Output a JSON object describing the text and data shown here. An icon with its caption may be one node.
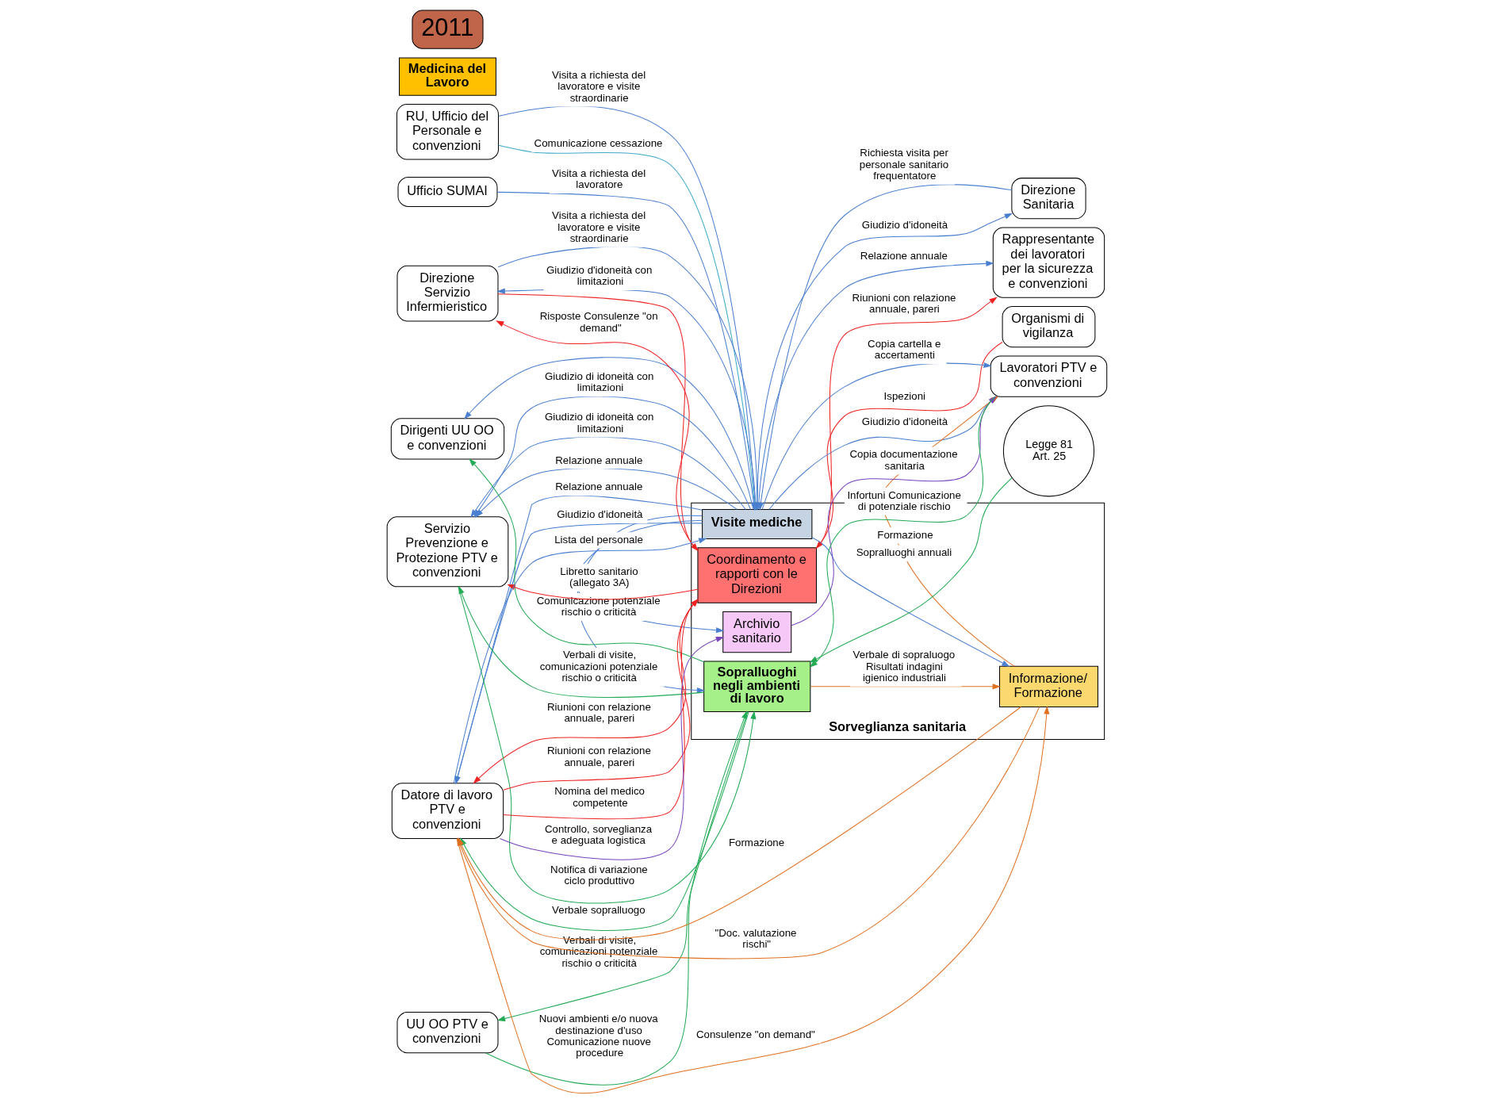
{
  "diagram": {
    "nodes": [
      {
        "text": [
          "RU, Ufficio del Personale e convenzioni"
        ]
      },
      {
        "text": [
          "Direzione Servizio Infermieristico"
        ]
      },
      {
        "text": [
          "Medicina del Lavoro"
        ]
      },
      {
        "text": [
          "Direzione Sanitaria"
        ]
      },
      {
        "text": [
          "Organismi di vigilanza"
        ]
      },
      {
        "text": [
          "Ufficio SUMAI"
        ]
      },
      {
        "text": [
          "Sorveglianza sanitaria"
        ]
      },
      {
        "text": [
          "Visite mediche"
        ],
        "in": 6
      },
      {
        "text": [
          "UU OO PTV e convenzioni"
        ]
      },
      {
        "text": [
          "Rappresentante dei lavoratori per la sicurezza e convenzioni"
        ]
      },
      {
        "text": [
          "Sopralluoghi negli ambienti di lavoro"
        ],
        "in": 6
      },
      {
        "text": [
          "Servizio Prevenzione e Protezione PTV e convenzioni"
        ]
      },
      {
        "text": [
          "Informazione/ Formazione"
        ],
        "in": 6
      },
      {
        "text": [
          "Datore di lavoro PTV e convenzioni"
        ]
      },
      {
        "text": [
          "Coordinamento e rapporti con le Direzioni"
        ],
        "in": 6
      },
      {
        "text": [
          "Archivio sanitario"
        ],
        "in": 6
      },
      {
        "text": [
          "Dirigenti UU OO e convenzioni"
        ]
      },
      {
        "text": [
          "Lavoratori PTV e convenzioni"
        ]
      },
      {
        "text": [
          "Legge 81 Art. 25"
        ]
      },
      {
        "text": [
          "2011"
        ]
      }
    ],
    "edges": [
      {
        "from": 1,
        "to": 7,
        "arrow": "to",
        "label": "Visita a richiesta del lavoratore e visite straordinarie"
      },
      {
        "from": 7,
        "to": 1,
        "arrow": "to",
        "label": "Giudizio d'idoneità con limitazioni"
      },
      {
        "from": 0,
        "to": 7,
        "arrow": "to",
        "label": "Visita a richiesta del lavoratore e visite straordinarie"
      },
      {
        "from": 0,
        "to": 7,
        "arrow": "to",
        "label": "Comunicazione cessazione",
        "color": "#3fa9c9"
      },
      {
        "from": 14,
        "to": 1,
        "arrow": "to",
        "label": "Risposte Consulenze \"on demand\"",
        "color": "#ee2222"
      },
      {
        "from": 1,
        "to": 14,
        "arrow": "to",
        "color": "#ee2222"
      },
      {
        "from": 5,
        "to": 7,
        "arrow": "to",
        "label": "Visita a richiesta del lavoratore"
      },
      {
        "from": 3,
        "to": 7,
        "arrow": "to",
        "label": "Richiesta visita per personale sanitario frequentatore"
      },
      {
        "from": 7,
        "to": 3,
        "arrow": "to",
        "label": "Giudizio d'idoneità"
      },
      {
        "from": 4,
        "to": 14,
        "arrow": "to",
        "label": "Ispezioni",
        "color": "#ee2222"
      },
      {
        "from": 7,
        "to": 9,
        "arrow": "to",
        "label": "Relazione annuale"
      },
      {
        "from": 10,
        "to": 8,
        "arrow": "to",
        "label": "Verbali di visite, comunicazioni potenziale rischio o criticità",
        "color": "#22aa55"
      },
      {
        "from": 8,
        "to": 10,
        "arrow": "to",
        "label": "Nuovi ambienti e/o nuova destinazione d'uso Comunicazione nuove procedure",
        "color": "#22aa55"
      },
      {
        "from": 7,
        "to": 11,
        "arrow": "to",
        "label": "Giudizio di idoneità con limitazioni"
      },
      {
        "from": 7,
        "to": 11,
        "arrow": "to",
        "label": "Relazione annuale"
      },
      {
        "from": 7,
        "to": 11,
        "arrow": "to",
        "label": "Giudizio di idoneità con limitazioni"
      },
      {
        "from": 10,
        "to": 11,
        "arrow": "to",
        "label": "Verbali di visite, comunicazioni potenziale rischio o criticità",
        "color": "#22aa55"
      },
      {
        "from": 11,
        "to": 10,
        "arrow": "to",
        "label": "Notifica di variazione ciclo produttivo",
        "color": "#22aa55"
      },
      {
        "from": 14,
        "to": 11,
        "arrow": "to",
        "color": "#ee2222"
      },
      {
        "from": 13,
        "to": 7,
        "arrow": "to",
        "label": "Lista del personale"
      },
      {
        "from": 7,
        "to": 13,
        "arrow": "to",
        "label": "Relazione annuale"
      },
      {
        "from": 7,
        "to": 13,
        "arrow": "to",
        "label": "Giudizio d'idoneità"
      },
      {
        "from": 10,
        "to": 13,
        "arrow": "to",
        "label": "Verbale sopralluogo",
        "color": "#22aa55"
      },
      {
        "from": 12,
        "to": 13,
        "arrow": "to",
        "label": "Formazione",
        "color": "#e07020"
      },
      {
        "from": 12,
        "to": 13,
        "arrow": "to",
        "label": "\"Doc. valutazione rischi\"",
        "color": "#e07020"
      },
      {
        "from": 13,
        "to": 12,
        "arrow": "to",
        "label": "Consulenze \"on demand\"",
        "color": "#e07020"
      },
      {
        "from": 14,
        "to": 13,
        "arrow": "to",
        "label": "Riunioni con relazione annuale, pareri",
        "color": "#ee2222"
      },
      {
        "from": 13,
        "to": 14,
        "arrow": "to",
        "label": "Riunioni con relazione annuale, pareri",
        "color": "#ee2222"
      },
      {
        "from": 13,
        "to": 14,
        "arrow": "to",
        "label": "Nomina del medico competente",
        "color": "#ee2222"
      },
      {
        "from": 13,
        "to": 15,
        "arrow": "to",
        "label": "Controllo, sorveglianza e adeguata logistica",
        "color": "#7744bb"
      },
      {
        "from": 7,
        "to": 16,
        "arrow": "to"
      },
      {
        "from": 10,
        "to": 16,
        "arrow": "to",
        "label": "Comunicazione potenziale rischio o criticità",
        "color": "#22aa55"
      },
      {
        "from": 7,
        "to": 10,
        "arrow": "to"
      },
      {
        "from": 7,
        "to": 12,
        "arrow": "to"
      },
      {
        "from": 7,
        "to": 15,
        "arrow": "to",
        "label": "Libretto sanitario (allegato 3A)"
      },
      {
        "from": 17,
        "to": 10,
        "arrow": "to",
        "label": "Infortuni Comunicazione di potenziale rischio",
        "color": "#22aa55"
      },
      {
        "from": 18,
        "to": 10,
        "arrow": "to",
        "label": "Sopralluoghi annuali",
        "color": "#22aa55"
      },
      {
        "from": 10,
        "to": 12,
        "arrow": "to",
        "label": "Verbale di sopraluogo Risultati indagini igienico industriali",
        "color": "#e07020"
      },
      {
        "from": 12,
        "to": 17,
        "arrow": "to",
        "label": "Formazione",
        "color": "#e07020"
      },
      {
        "from": 14,
        "to": 9,
        "arrow": "to",
        "label": "Riunioni con relazione annuale, pareri",
        "color": "#ee2222"
      },
      {
        "from": 7,
        "to": 17,
        "arrow": "to",
        "label": "Giudizio d'idoneità"
      },
      {
        "from": 7,
        "to": 17,
        "arrow": "to",
        "label": "Copia cartella e accertamenti"
      },
      {
        "from": 15,
        "to": 17,
        "arrow": "to",
        "label": "Copia documentazione sanitaria",
        "color": "#7744bb"
      }
    ]
  }
}
